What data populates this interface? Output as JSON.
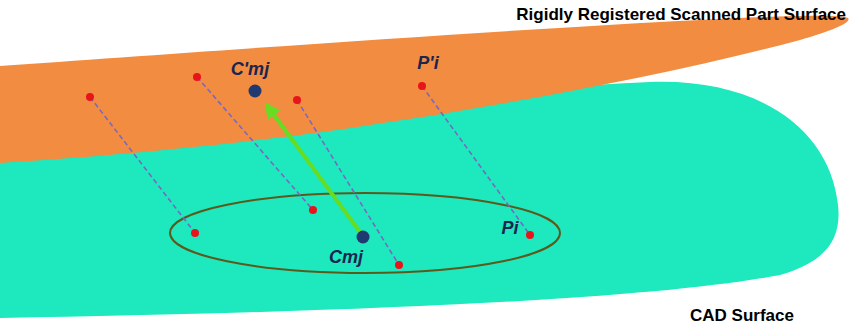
{
  "diagram": {
    "nodes": [
      {
        "text": [
          "Rigidly Registered Scanned Part Surface"
        ]
      },
      {
        "text": [
          "CAD Surface"
        ]
      }
    ],
    "labels": [
      "C'mj",
      "P'i",
      "Cmj",
      "Pi"
    ]
  }
}
